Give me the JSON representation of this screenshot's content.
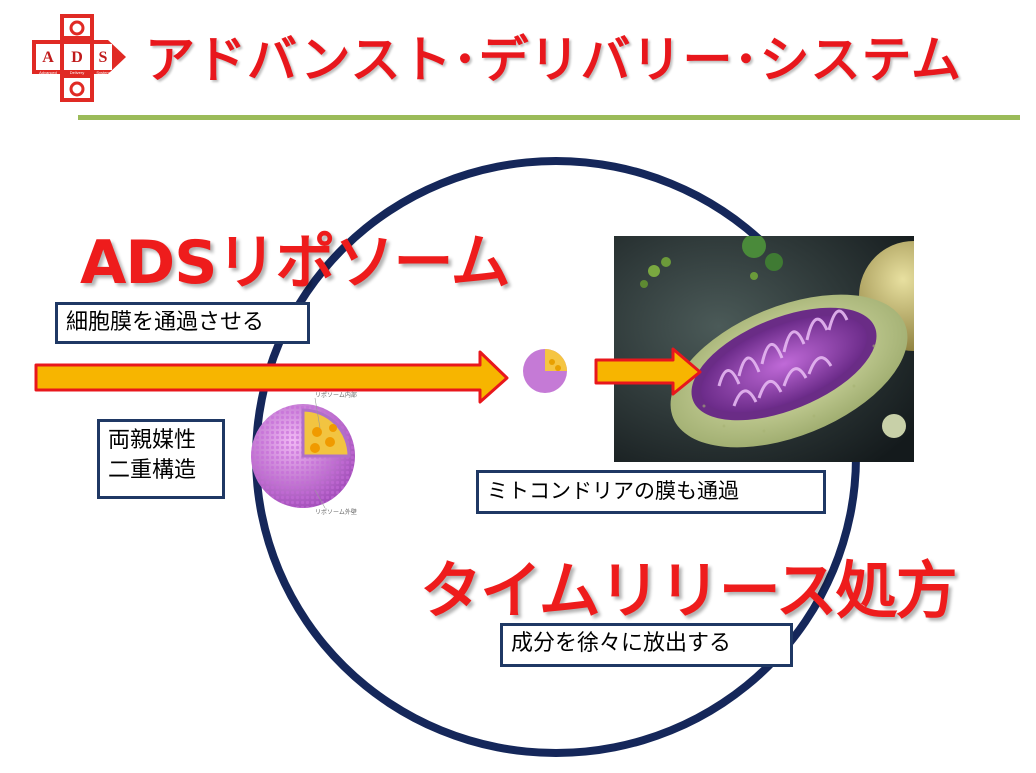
{
  "logo": {
    "letters": [
      "A",
      "D",
      "S"
    ],
    "subtext": [
      "Advanced",
      "Delivery",
      "System"
    ]
  },
  "title": "アドバンスト･デリバリー･システム",
  "headlines": {
    "liposome": "ADSリポソーム",
    "time_release": "タイムリリース処方"
  },
  "callouts": {
    "membrane": "細胞膜を通過させる",
    "amphiphilic_line1": "両親媒性",
    "amphiphilic_line2": "二重構造",
    "mitochondria": "ミトコンドリアの膜も通過",
    "release": "成分を徐々に放出する"
  },
  "liposome_labels": {
    "inner": "リポソーム内部",
    "outer": "リポソーム外壁"
  },
  "colors": {
    "title_red": "#e8171c",
    "rule_green": "#9bbb59",
    "ring_navy": "#15275a",
    "arrow_fill": "#f7b500",
    "arrow_edge": "#e8171c"
  }
}
